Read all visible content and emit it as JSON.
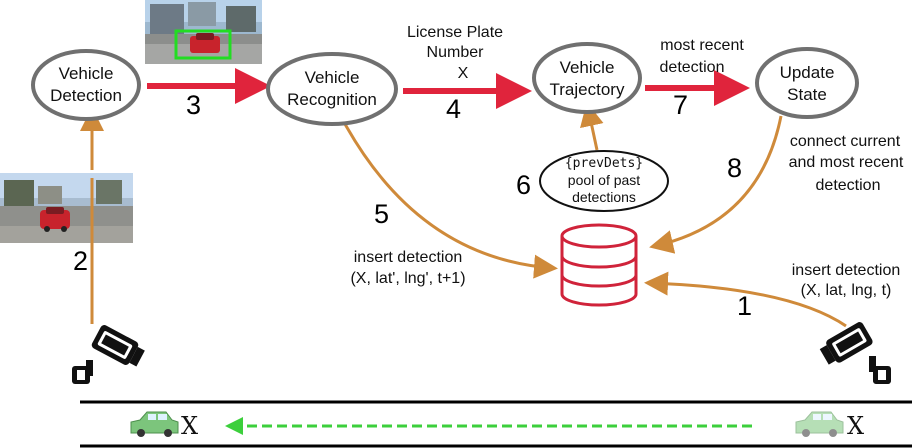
{
  "nodes": {
    "vehicle_detection": [
      "Vehicle",
      "Detection"
    ],
    "vehicle_recognition": [
      "Vehicle",
      "Recognition"
    ],
    "vehicle_trajectory": [
      "Vehicle",
      "Trajectory"
    ],
    "update_state": [
      "Update",
      "State"
    ],
    "pool": [
      "{prevDets}",
      "pool of past",
      "detections"
    ]
  },
  "edge_labels": {
    "license_plate": [
      "License Plate",
      "Number",
      "X"
    ],
    "most_recent": [
      "most recent",
      "detection"
    ],
    "connect": [
      "connect current",
      "and most recent",
      "detection"
    ],
    "insert_left": [
      "insert detection",
      "(X, lat', lng', t+1)"
    ],
    "insert_right": [
      "insert detection",
      "(X, lat, lng, t)"
    ]
  },
  "step_numbers": [
    "1",
    "2",
    "3",
    "4",
    "5",
    "6",
    "7",
    "8"
  ],
  "road": {
    "vehicle_id_left": "X",
    "vehicle_id_right": "X"
  },
  "icons": [
    "camera-icon",
    "database-icon",
    "car-icon",
    "photo-thumbnail"
  ],
  "colors": {
    "node_stroke": "#707070",
    "highlight_arrow": "#e0243c",
    "data_arrow": "#cf8a3a",
    "database": "#d0233a",
    "motion_arrow": "#3ccf3c",
    "bbox": "#22dd22",
    "car_red": "#c8232c",
    "car_green": "#7cc57c"
  }
}
